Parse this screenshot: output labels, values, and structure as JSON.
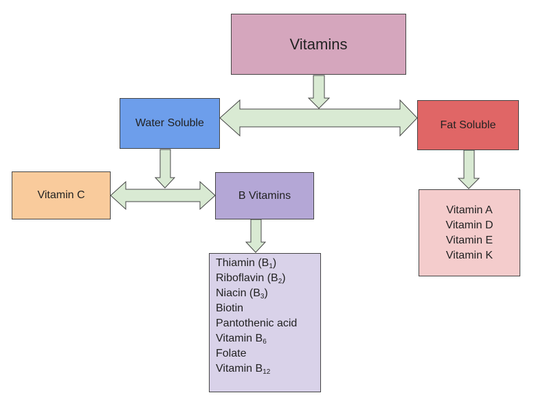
{
  "root": {
    "label": "Vitamins"
  },
  "categories": {
    "water": {
      "label": "Water Soluble"
    },
    "fat": {
      "label": "Fat Soluble"
    }
  },
  "water_children": {
    "vitamin_c": {
      "label": "Vitamin C"
    },
    "b_vitamins": {
      "label": "B Vitamins"
    }
  },
  "fat_list": [
    "Vitamin A",
    "Vitamin D",
    "Vitamin E",
    "Vitamin K"
  ],
  "b_list": [
    {
      "text": "Thiamin (B",
      "sub": "1",
      "tail": ")"
    },
    {
      "text": "Riboflavin (B",
      "sub": "2",
      "tail": ")"
    },
    {
      "text": "Niacin (B",
      "sub": "3",
      "tail": ")"
    },
    {
      "text": "Biotin",
      "sub": "",
      "tail": ""
    },
    {
      "text": "Pantothenic acid",
      "sub": "",
      "tail": ""
    },
    {
      "text": "Vitamin B",
      "sub": "6",
      "tail": ""
    },
    {
      "text": "Folate",
      "sub": "",
      "tail": ""
    },
    {
      "text": "Vitamin B",
      "sub": "12",
      "tail": ""
    }
  ],
  "colors": {
    "root": "#d5a6bd",
    "water": "#6d9eeb",
    "fat": "#e06666",
    "vitamin_c": "#f9cb9c",
    "b_vitamins": "#b4a7d6",
    "fat_list": "#f4cccc",
    "b_list": "#d9d2e9",
    "arrow_fill": "#d9ead3"
  }
}
